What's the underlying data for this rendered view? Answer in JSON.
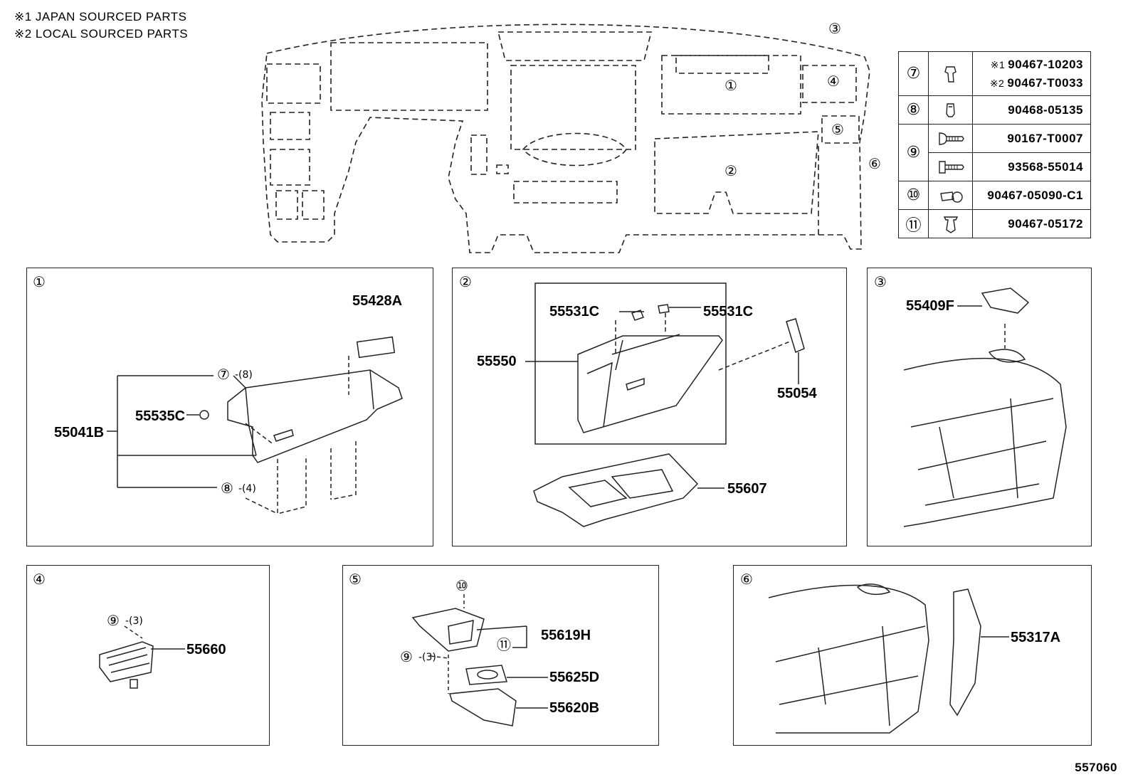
{
  "notes": [
    "※1 JAPAN SOURCED PARTS",
    "※2 LOCAL SOURCED PARTS"
  ],
  "overview": {
    "callouts": [
      "①",
      "②",
      "③",
      "④",
      "⑤",
      "⑥"
    ]
  },
  "parts_table": [
    {
      "ref": "⑦",
      "icon": "clip-icon",
      "lines": [
        {
          "mark": "※1",
          "no": "90467-10203"
        },
        {
          "mark": "※2",
          "no": "90467-T0033"
        }
      ]
    },
    {
      "ref": "⑧",
      "icon": "clip-icon",
      "lines": [
        {
          "mark": "",
          "no": "90468-05135"
        }
      ]
    },
    {
      "ref": "⑨",
      "icon": "screw-icon",
      "lines": [
        {
          "mark": "",
          "no": "90167-T0007"
        }
      ]
    },
    {
      "ref": "",
      "icon": "screw-icon",
      "lines": [
        {
          "mark": "",
          "no": "93568-55014"
        }
      ]
    },
    {
      "ref": "⑩",
      "icon": "rivet-icon",
      "lines": [
        {
          "mark": "",
          "no": "90467-05090-C1"
        }
      ]
    },
    {
      "ref": "⑪",
      "icon": "clip-icon",
      "lines": [
        {
          "mark": "",
          "no": "90467-05172"
        }
      ]
    }
  ],
  "panels": {
    "p1": {
      "ref": "①",
      "labels": {
        "a": "55428A",
        "b": "55535C",
        "c": "55041B"
      },
      "fasteners": {
        "f7": "⑦",
        "q7": "-(8)",
        "f8": "⑧",
        "q8": "-(4)"
      }
    },
    "p2": {
      "ref": "②",
      "labels": {
        "a": "55531C",
        "b": "55531C",
        "c": "55550",
        "d": "55054",
        "e": "55607"
      }
    },
    "p3": {
      "ref": "③",
      "labels": {
        "a": "55409F"
      }
    },
    "p4": {
      "ref": "④",
      "labels": {
        "a": "55660"
      },
      "fasteners": {
        "f9": "⑨",
        "q9": "-(3)"
      }
    },
    "p5": {
      "ref": "⑤",
      "labels": {
        "a": "55619H",
        "b": "55625D",
        "c": "55620B"
      },
      "fasteners": {
        "f10": "⑩",
        "f11": "⑪",
        "f9": "⑨",
        "q9": "-(3)"
      }
    },
    "p6": {
      "ref": "⑥",
      "labels": {
        "a": "55317A"
      }
    }
  },
  "diagram_code": "557060"
}
